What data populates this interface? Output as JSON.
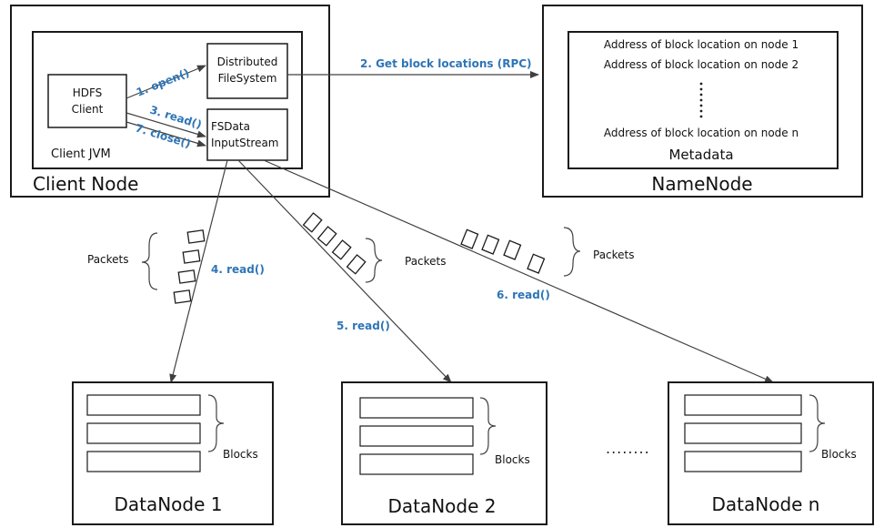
{
  "colors": {
    "step": "#2E75B6",
    "arrow": "#404040",
    "border": "#1a1a1a"
  },
  "client": {
    "node_label": "Client Node",
    "jvm_label": "Client JVM",
    "hdfs_client": [
      "HDFS",
      "Client"
    ],
    "distributed_fs": [
      "Distributed",
      "FileSystem"
    ],
    "fsdata": [
      "FSData",
      "InputStream"
    ]
  },
  "namenode": {
    "label": "NameNode",
    "metadata_label": "Metadata",
    "entries": [
      "Address of block location on node 1",
      "Address of block location on node 2",
      "Address of block location on node n"
    ]
  },
  "steps": {
    "open": "1. open()",
    "get_locations": "2. Get block locations (RPC)",
    "read": "3. read()",
    "read4": "4. read()",
    "read5": "5. read()",
    "read6": "6. read()",
    "close": "7. close()"
  },
  "packets_label": "Packets",
  "blocks_label": "Blocks",
  "datanodes": [
    "DataNode 1",
    "DataNode 2",
    "DataNode n"
  ],
  "ellipsis": "........"
}
